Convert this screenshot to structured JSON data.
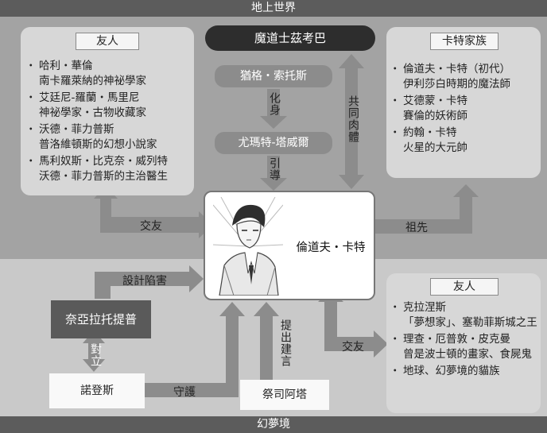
{
  "header": {
    "top_label": "地上世界",
    "bottom_label": "幻夢境"
  },
  "upper_left_panel": {
    "title": "友人",
    "items": [
      {
        "name": "哈利・華倫",
        "desc": "南卡羅萊納的神祕學家"
      },
      {
        "name": "艾廷尼-羅蘭・馬里尼",
        "desc": "神祕學家・古物收藏家"
      },
      {
        "name": "沃德・菲力普斯",
        "desc": "普洛維頓斯的幻想小說家"
      },
      {
        "name": "馬利奴斯・比克奈・威列特",
        "desc": "沃德・菲力普斯的主治醫生"
      }
    ]
  },
  "upper_right_panel": {
    "title": "卡特家族",
    "items": [
      {
        "name": "倫道夫・卡特（初代）",
        "desc": "伊利莎白時期的魔法師"
      },
      {
        "name": "艾德蒙・卡特",
        "desc": "賽倫的妖術師"
      },
      {
        "name": "約翰・卡特",
        "desc": "火星的大元帥"
      }
    ]
  },
  "lower_right_panel": {
    "title": "友人",
    "items": [
      {
        "name": "克拉涅斯",
        "desc": "「夢想家」、塞勒菲斯城之王"
      },
      {
        "name": "理查・厄普敦・皮克曼",
        "desc": "曾是波士頓的畫家、食屍鬼"
      },
      {
        "name": "地球、幻夢境的貓族",
        "desc": ""
      }
    ]
  },
  "nodes": {
    "zkauba": "魔道士茲考巴",
    "yog": "猶格・索托斯",
    "umr": "尤瑪特-塔威爾",
    "center_name": "倫道夫・卡特",
    "nyarlathotep": "奈亞拉托提普",
    "nodens": "諾登斯",
    "priest": "祭司阿塔"
  },
  "edge_labels": {
    "incarnation": "化身",
    "guide": "引導",
    "shared_body": "共同肉體",
    "friends_left": "交友",
    "ancestor": "祖先",
    "trap": "設計陷害",
    "opposed": "對立",
    "protect": "守護",
    "advise": "提出建言",
    "friends_right": "交友"
  },
  "colors": {
    "header_bar": "#5c5c5c",
    "upper_band": "#a3a3a3",
    "lower_band": "#c9c9c9",
    "panel": "#d7d7d7",
    "arrow": "#8c8c8c",
    "dark_node": "#2d2d2d"
  },
  "icons": {
    "portrait": "randolph-carter-portrait"
  }
}
